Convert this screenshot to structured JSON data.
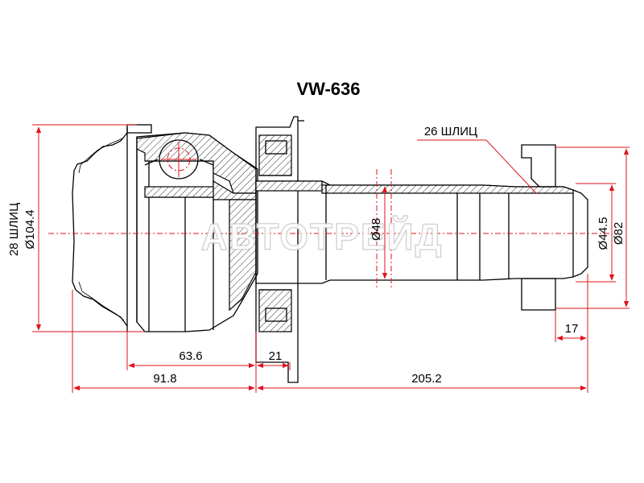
{
  "title": "VW-636",
  "watermark": "АВТОТРЕЙД",
  "dimensions": {
    "length_left": "91.8",
    "length_right": "205.2",
    "length_housing": "63.6",
    "length_flange": "21",
    "length_end": "17",
    "dia_housing": "Ø104.4",
    "dia_shaft": "Ø48",
    "dia_stub": "Ø44.5",
    "dia_flange": "Ø82"
  },
  "splines": {
    "inner": "28 ШЛИЦ",
    "outer": "26 ШЛИЦ"
  },
  "colors": {
    "dimension_lines": "#e2131b",
    "drawing": "#000000"
  }
}
